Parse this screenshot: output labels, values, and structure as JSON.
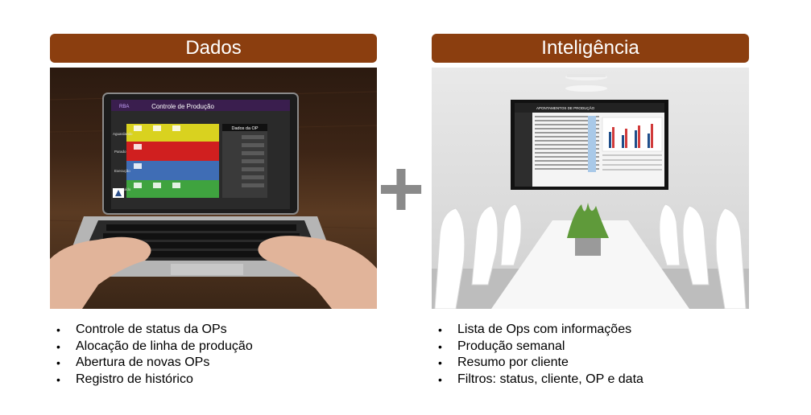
{
  "left_panel": {
    "header": "Dados",
    "screen_title": "Controle de Produção",
    "screen_logo": "RBA",
    "screen_side_title": "Dados da OP",
    "row_labels": [
      "Aguardando",
      "Parado",
      "Execução",
      "Concluído"
    ],
    "bullets": [
      "Controle de status da OPs",
      "Alocação de linha de produção",
      "Abertura de novas OPs",
      "Registro de histórico"
    ]
  },
  "plus_symbol": "+",
  "right_panel": {
    "header": "Inteligência",
    "screen_title": "APONTAMENTOS DE PRODUÇÃO",
    "bullets": [
      "Lista de Ops com informações",
      "Produção semanal",
      "Resumo por cliente",
      "Filtros: status, cliente, OP e data"
    ]
  },
  "colors": {
    "header_bg": "#8b3e0f",
    "plus": "#8a8a8a",
    "row_yellow": "#d9d21f",
    "row_red": "#d01f1f",
    "row_blue": "#3f6db5",
    "row_green": "#3fa33f"
  }
}
